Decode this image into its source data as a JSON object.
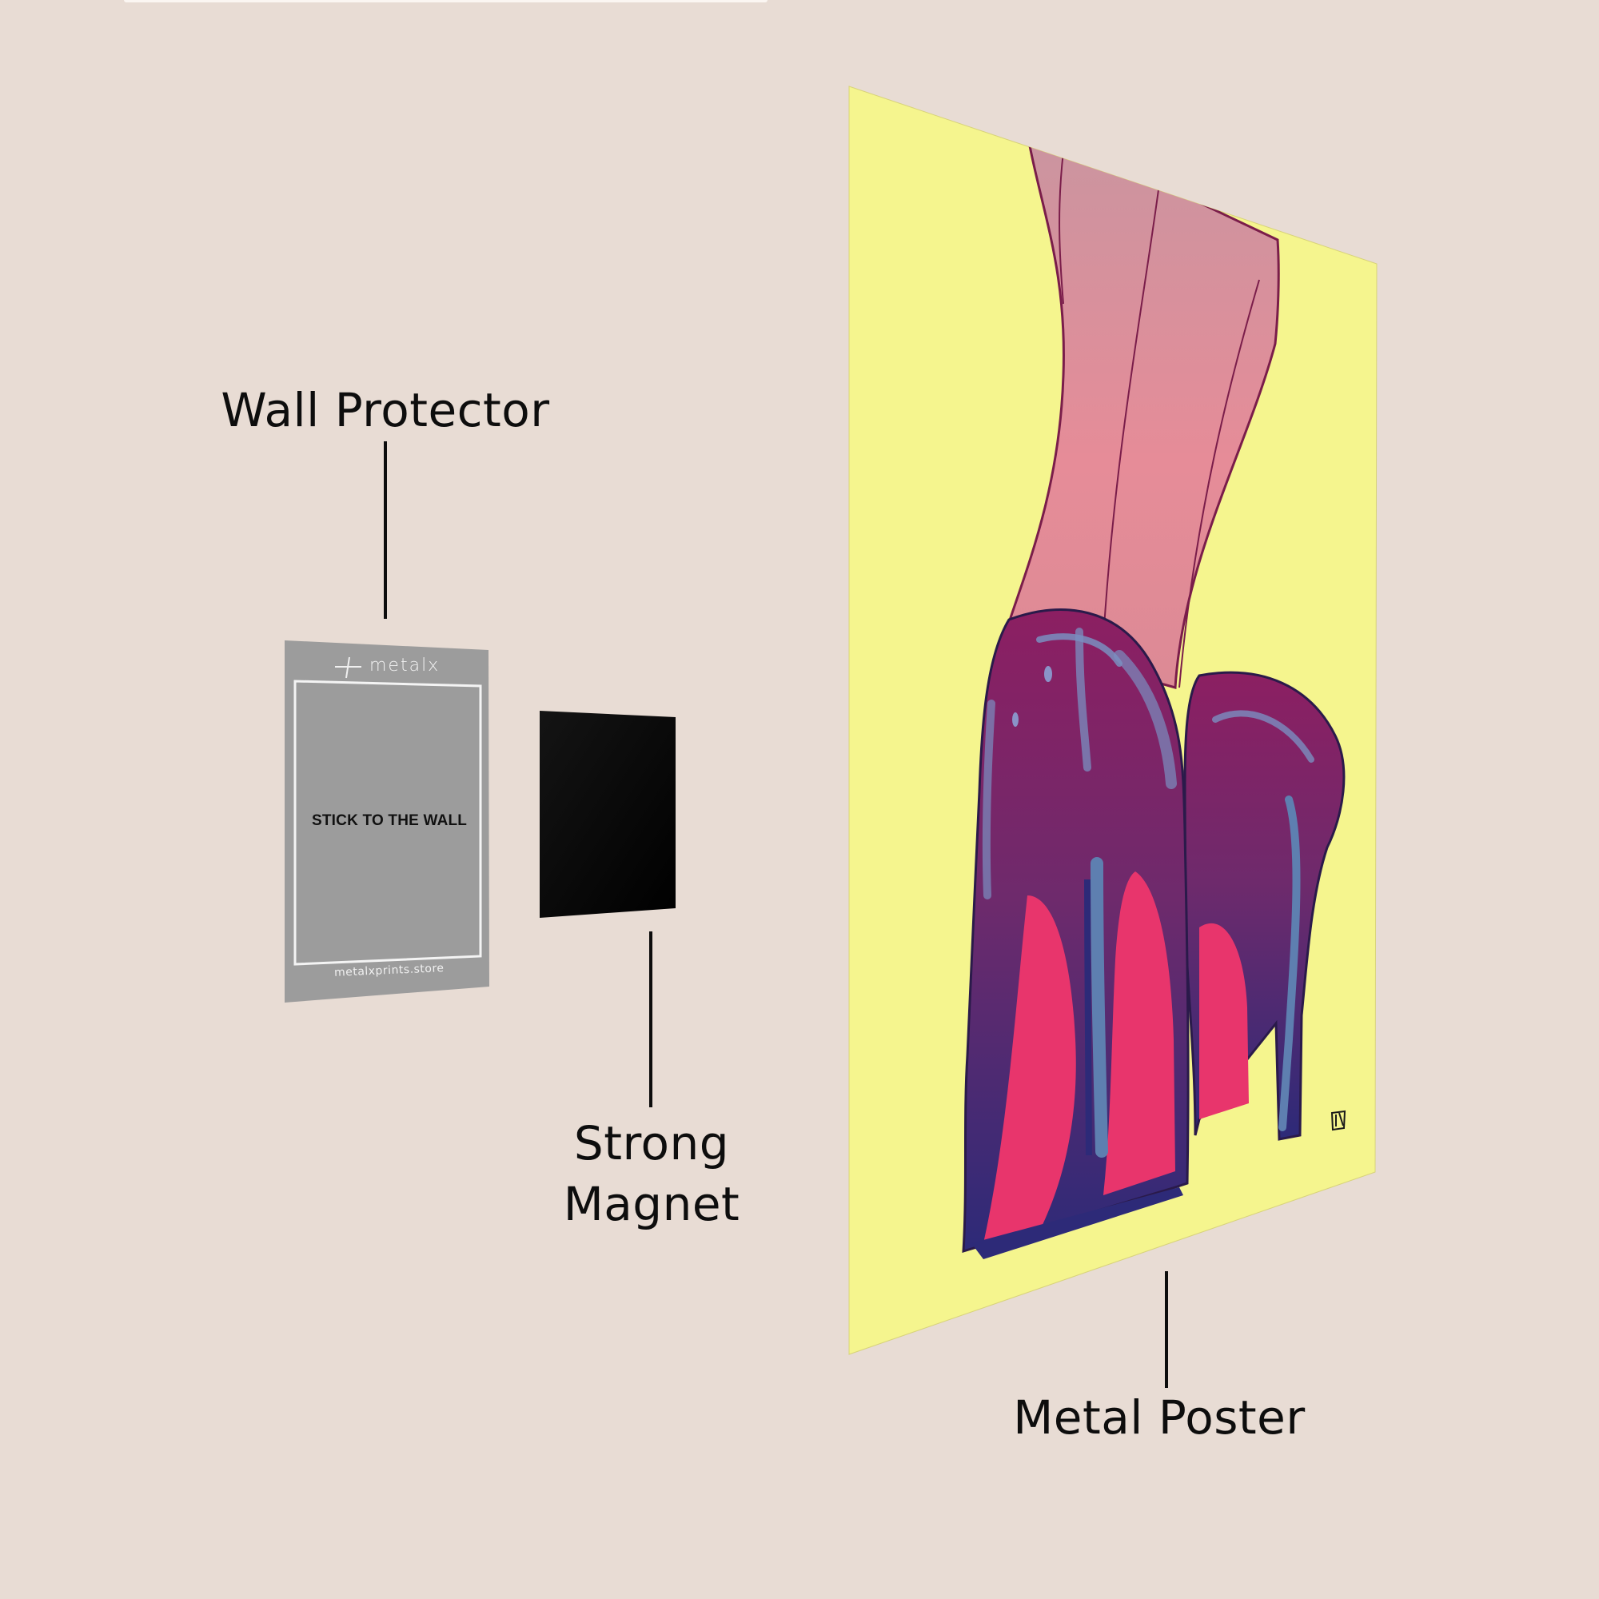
{
  "labels": {
    "wall_protector": "Wall Protector",
    "strong_magnet_line1": "Strong",
    "strong_magnet_line2": "Magnet",
    "metal_poster": "Metal Poster"
  },
  "wall_protector": {
    "brand": "metalx",
    "center_text": "STICK TO THE WALL",
    "url": "metalxprints.store"
  },
  "poster": {
    "artwork": "pop-art illustration of legs in glossy purple high heels with red soles",
    "signature": "signature-mark"
  },
  "colors": {
    "background": "#e8dcd4",
    "wall_protector": "#9c9c9c",
    "magnet": "#050505",
    "poster_bg": "#f5f58e",
    "shoe_purple": "#6a2a6e",
    "sole_pink": "#e8356c",
    "leg_pink": "#d9949a",
    "highlight_blue": "#5e7fb0",
    "text": "#0d0d0d"
  }
}
